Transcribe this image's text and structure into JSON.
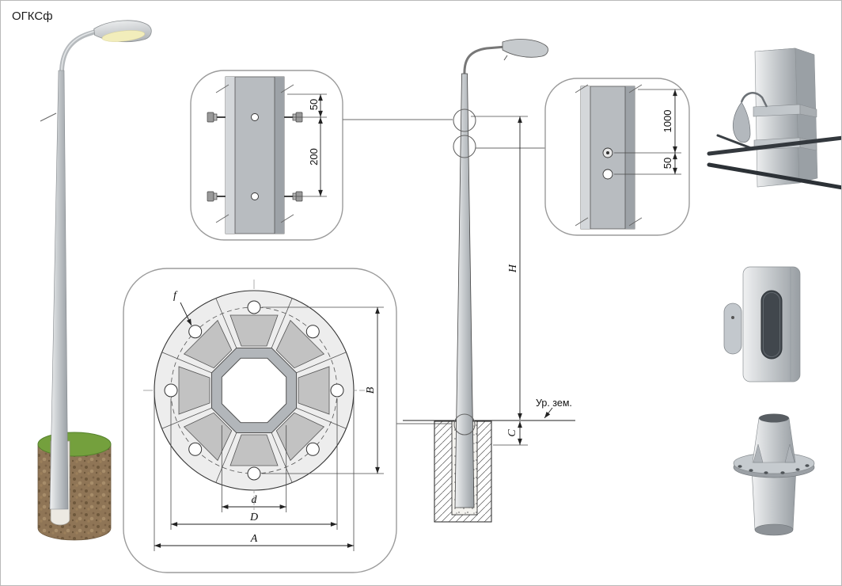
{
  "title": "ОГКСф",
  "callout_top": {
    "dim_50": "50",
    "dim_200": "200"
  },
  "callout_right": {
    "dim_1000": "1000",
    "dim_50": "50"
  },
  "flange": {
    "f": "f",
    "B": "B",
    "d": "d",
    "D": "D",
    "A": "A"
  },
  "elevation": {
    "H": "H",
    "C": "C",
    "ground": "Ур. зем."
  },
  "palette": {
    "line": "#3c3c3c",
    "metal_light": "#f0f1f2",
    "metal_mid": "#c7cbce",
    "metal_dark": "#989ea3",
    "grass": "#74a03d",
    "soil": "#8f7556",
    "lamp_glow": "#f2edbb"
  }
}
